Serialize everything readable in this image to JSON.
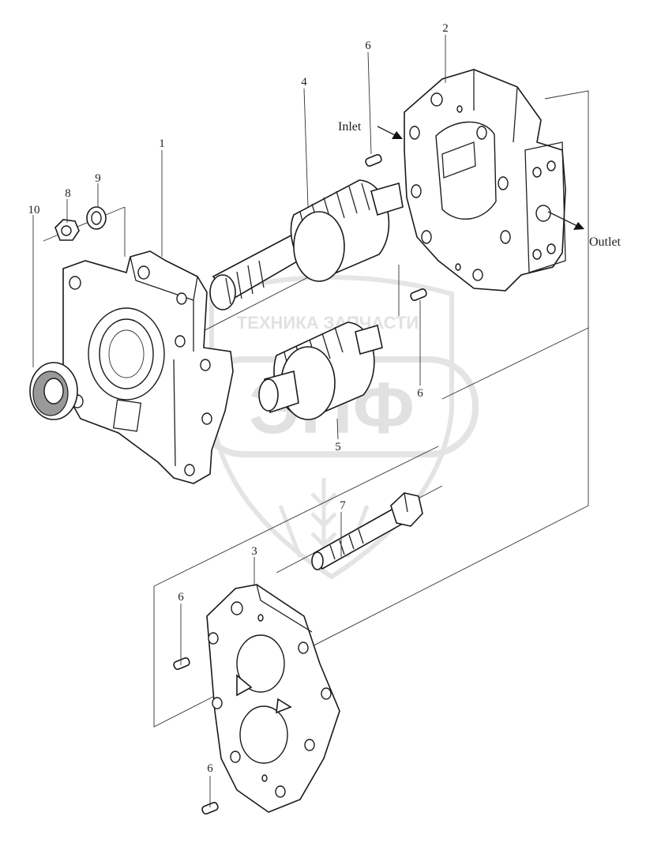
{
  "watermark": {
    "banner": "ТЕХНИКА  ЗАПЧАСТИ",
    "logo": "ЭПФ"
  },
  "flow_labels": {
    "inlet": "Inlet",
    "outlet": "Outlet"
  },
  "callouts": {
    "c1": "1",
    "c2": "2",
    "c3": "3",
    "c4": "4",
    "c5": "5",
    "c6a": "6",
    "c6b": "6",
    "c6c": "6",
    "c6d": "6",
    "c7": "7",
    "c8": "8",
    "c9": "9",
    "c10": "10"
  }
}
